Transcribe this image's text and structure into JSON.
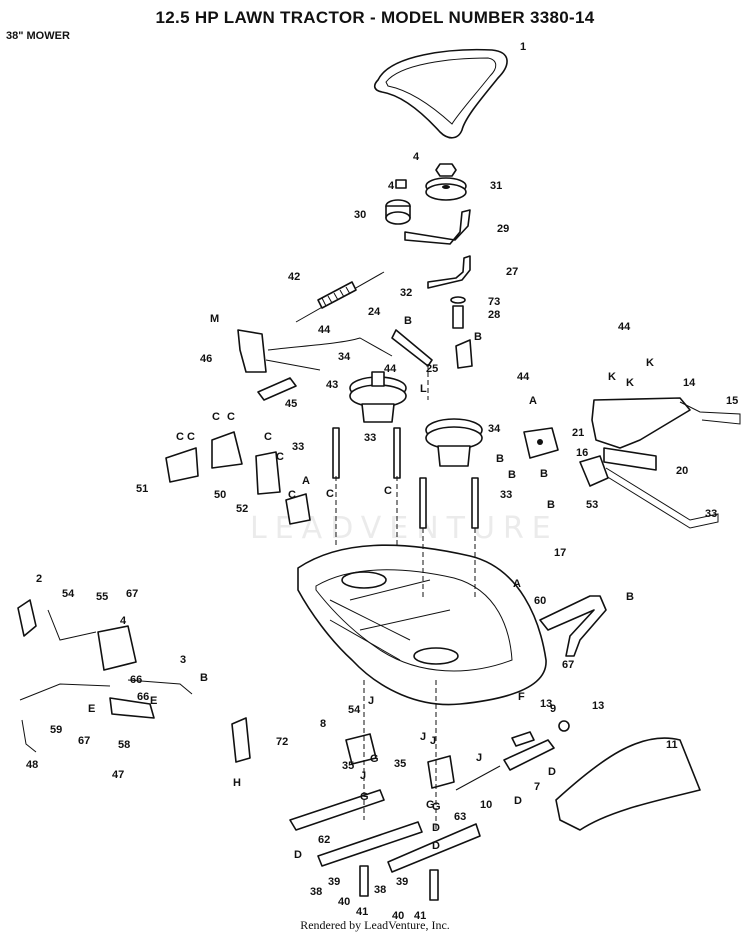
{
  "header": {
    "title": "12.5 HP LAWN TRACTOR - MODEL NUMBER 3380-14",
    "subtitle": "38\" MOWER"
  },
  "watermark": "LEADVENTURE",
  "footer": "Rendered by LeadVenture, Inc.",
  "callouts": [
    "1",
    "4",
    "4",
    "31",
    "30",
    "29",
    "27",
    "42",
    "32",
    "73",
    "28",
    "M",
    "24",
    "B",
    "B",
    "44",
    "25",
    "46",
    "34",
    "44",
    "43",
    "45",
    "44",
    "14",
    "K",
    "K",
    "K",
    "15",
    "44",
    "A",
    "34",
    "33",
    "21",
    "B",
    "B",
    "C",
    "C",
    "C",
    "C",
    "C",
    "C",
    "33",
    "C",
    "A",
    "16",
    "20",
    "B",
    "B",
    "53",
    "51",
    "50",
    "52",
    "C",
    "C",
    "33",
    "33",
    "17",
    "A",
    "2",
    "54",
    "55",
    "67",
    "4",
    "60",
    "B",
    "3",
    "67",
    "66",
    "B",
    "66",
    "E",
    "E",
    "67",
    "58",
    "59",
    "48",
    "47",
    "F",
    "13",
    "9",
    "13",
    "8",
    "72",
    "54",
    "J",
    "J",
    "J",
    "J",
    "J",
    "35",
    "35",
    "G",
    "G",
    "G",
    "G",
    "D",
    "D",
    "D",
    "7",
    "11",
    "H",
    "62",
    "D",
    "10",
    "63",
    "D",
    "38",
    "39",
    "40",
    "41",
    "38",
    "39",
    "40",
    "41",
    "L"
  ]
}
